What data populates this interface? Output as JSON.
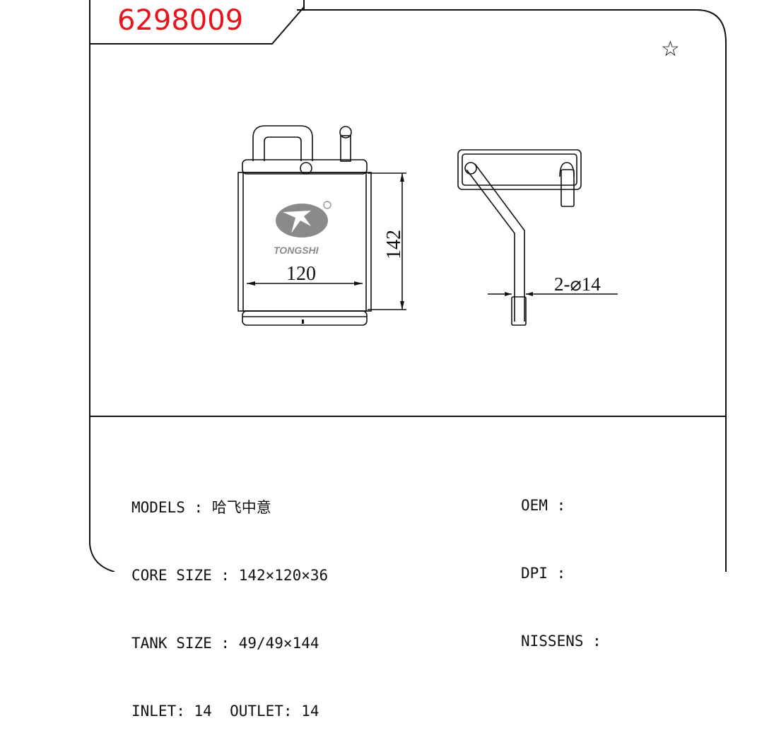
{
  "header": {
    "part_number": "6298009",
    "favorite_icon": "star-outline"
  },
  "drawing": {
    "width_dim": "120",
    "height_dim": "142",
    "pipe_dim": "2-⌀14",
    "logo": "TONGSHI"
  },
  "specs": {
    "models": "MODELS : 哈飞中意",
    "core_size": "CORE SIZE : 142×120×36",
    "tank_size": "TANK SIZE : 49/49×144",
    "inlet_outlet": "INLET: 14  OUTLET: 14",
    "oem": "OEM :",
    "dpi": "DPI :",
    "nissens": "NISSENS :"
  },
  "colors": {
    "part_number": "#e8141b",
    "line": "#111111"
  }
}
